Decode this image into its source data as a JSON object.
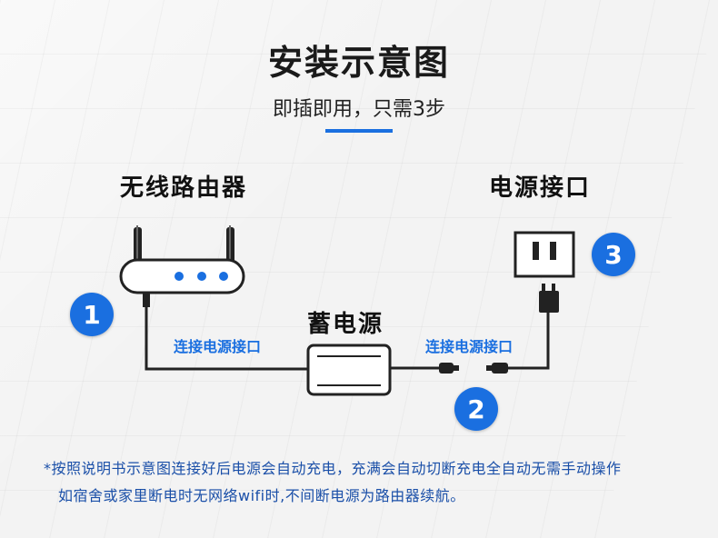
{
  "header": {
    "title": "安装示意图",
    "subtitle": "即插即用，只需3步"
  },
  "diagram": {
    "router_label": "无线路由器",
    "outlet_label": "电源接口",
    "battery_label": "蓄电源",
    "link_left_label": "连接电源接口",
    "link_right_label": "连接电源接口",
    "steps": [
      "1",
      "2",
      "3"
    ]
  },
  "footer": {
    "note_line1": "*按照说明书示意图连接好后电源会自动充电，充满会自动切断充电全自动无需手动操作",
    "note_line2": "如宿舍或家里断电时无网络wifi时,不间断电源为路由器续航。"
  },
  "colors": {
    "accent": "#1a6fe0",
    "line": "#222222"
  }
}
